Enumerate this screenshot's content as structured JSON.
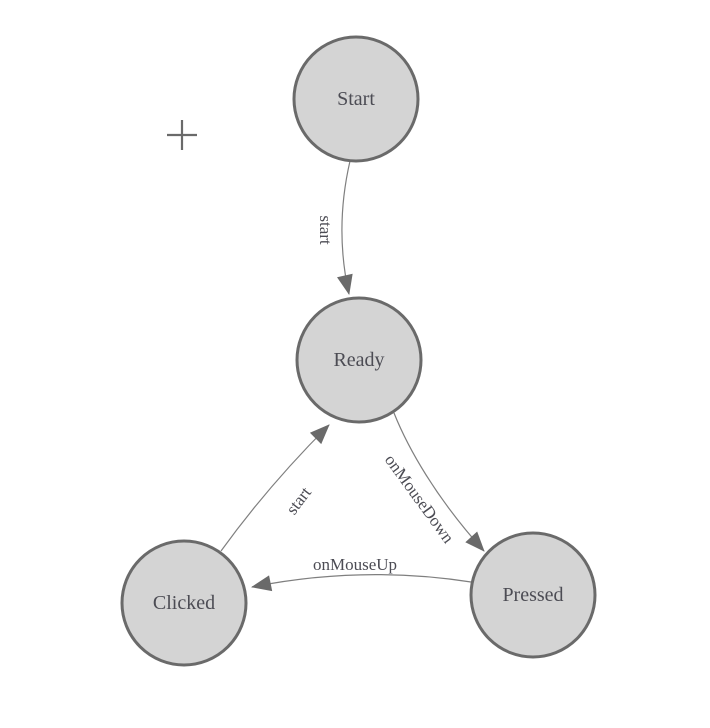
{
  "canvas": {
    "background": "#ffffff"
  },
  "palette": {
    "node_fill": "#d4d4d4",
    "node_border": "#6a6a6a",
    "edge_line": "#7f7f7f",
    "arrow_fill": "#6a6a6a",
    "label_text": "#4c4c54"
  },
  "icons": {
    "crosshair": "plus-crosshair-icon"
  },
  "diagram": {
    "type": "state-machine",
    "nodes": [
      {
        "id": "start",
        "label": "Start"
      },
      {
        "id": "ready",
        "label": "Ready"
      },
      {
        "id": "clicked",
        "label": "Clicked"
      },
      {
        "id": "pressed",
        "label": "Pressed"
      }
    ],
    "edges": [
      {
        "from": "Start",
        "to": "Ready",
        "label": "start"
      },
      {
        "from": "Clicked",
        "to": "Ready",
        "label": "start"
      },
      {
        "from": "Ready",
        "to": "Pressed",
        "label": "onMouseDown"
      },
      {
        "from": "Pressed",
        "to": "Clicked",
        "label": "onMouseUp"
      }
    ]
  }
}
